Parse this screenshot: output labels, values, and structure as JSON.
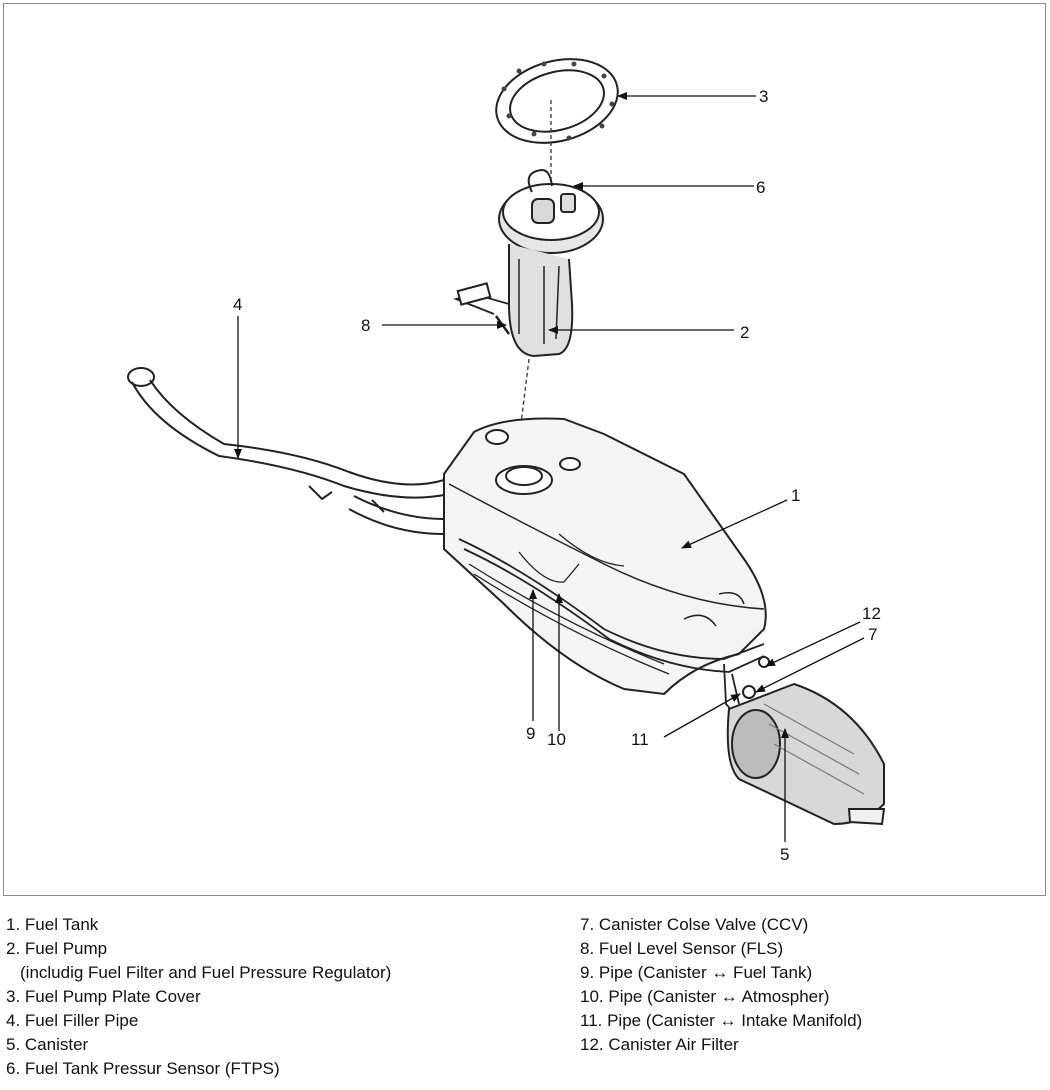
{
  "callouts": {
    "c1": "1",
    "c2": "2",
    "c3": "3",
    "c4": "4",
    "c5": "5",
    "c6": "6",
    "c7": "7",
    "c8": "8",
    "c9": "9",
    "c10": "10",
    "c11": "11",
    "c12": "12"
  },
  "legend": {
    "left": [
      {
        "text": "1. Fuel Tank"
      },
      {
        "text": "2. Fuel Pump"
      },
      {
        "text": "(includig Fuel Filter and Fuel Pressure Regulator)"
      },
      {
        "text": "3. Fuel Pump Plate Cover"
      },
      {
        "text": "4. Fuel Filler Pipe"
      },
      {
        "text": "5. Canister"
      },
      {
        "text": "6. Fuel Tank Pressur Sensor (FTPS)"
      }
    ],
    "right": [
      {
        "text": "7. Canister Colse Valve (CCV)"
      },
      {
        "text": "8. Fuel Level Sensor (FLS)"
      },
      {
        "text": "9. Pipe (Canister ↔ Fuel Tank)"
      },
      {
        "text": "10. Pipe (Canister ↔ Atmospher)"
      },
      {
        "text": "11. Pipe (Canister ↔ Intake Manifold)"
      },
      {
        "text": "12. Canister Air Filter"
      }
    ]
  }
}
